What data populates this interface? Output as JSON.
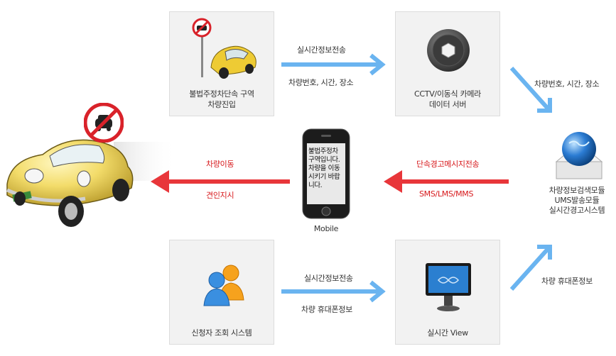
{
  "boxes": {
    "illegal_zone": "불법주정차단속 구역\n차량진입",
    "cctv": "CCTV/이동식 카메라\n데이터 서버",
    "applicant": "신청자 조회 시스템",
    "realtime": "실시간 View"
  },
  "server_label": "차량정보검색모듈\nUMS발송모듈\n실시간경고시스템",
  "mobile_label": "Mobile",
  "phone_message": "불법주정차\n구역입니다.\n차량을 이동\n시키기 바랍\n니다.",
  "arrows": {
    "top_above": "실시간정보전송",
    "top_below": "차량번호, 시간, 장소",
    "right_top": "차량번호, 시간, 장소",
    "mid_right_above": "단속경고메시지전송",
    "mid_right_below": "SMS/LMS/MMS",
    "mid_left_above": "차량이동",
    "mid_left_below": "견인지시",
    "bottom_above": "실시간정보전송",
    "bottom_below": "차량 휴대폰정보",
    "right_bottom": "차량 휴대폰정보"
  },
  "colors": {
    "blue_arrow": "#6ab4f0",
    "red_arrow": "#e8363a",
    "red_text": "#d7191c",
    "box_bg": "#f2f2f2"
  },
  "icons": [
    "no-parking-sign-icon",
    "yellow-car-icon",
    "camera-lens-icon",
    "globe-server-icon",
    "smartphone-icon",
    "users-icon",
    "monitor-icon",
    "beetle-car-icon"
  ]
}
